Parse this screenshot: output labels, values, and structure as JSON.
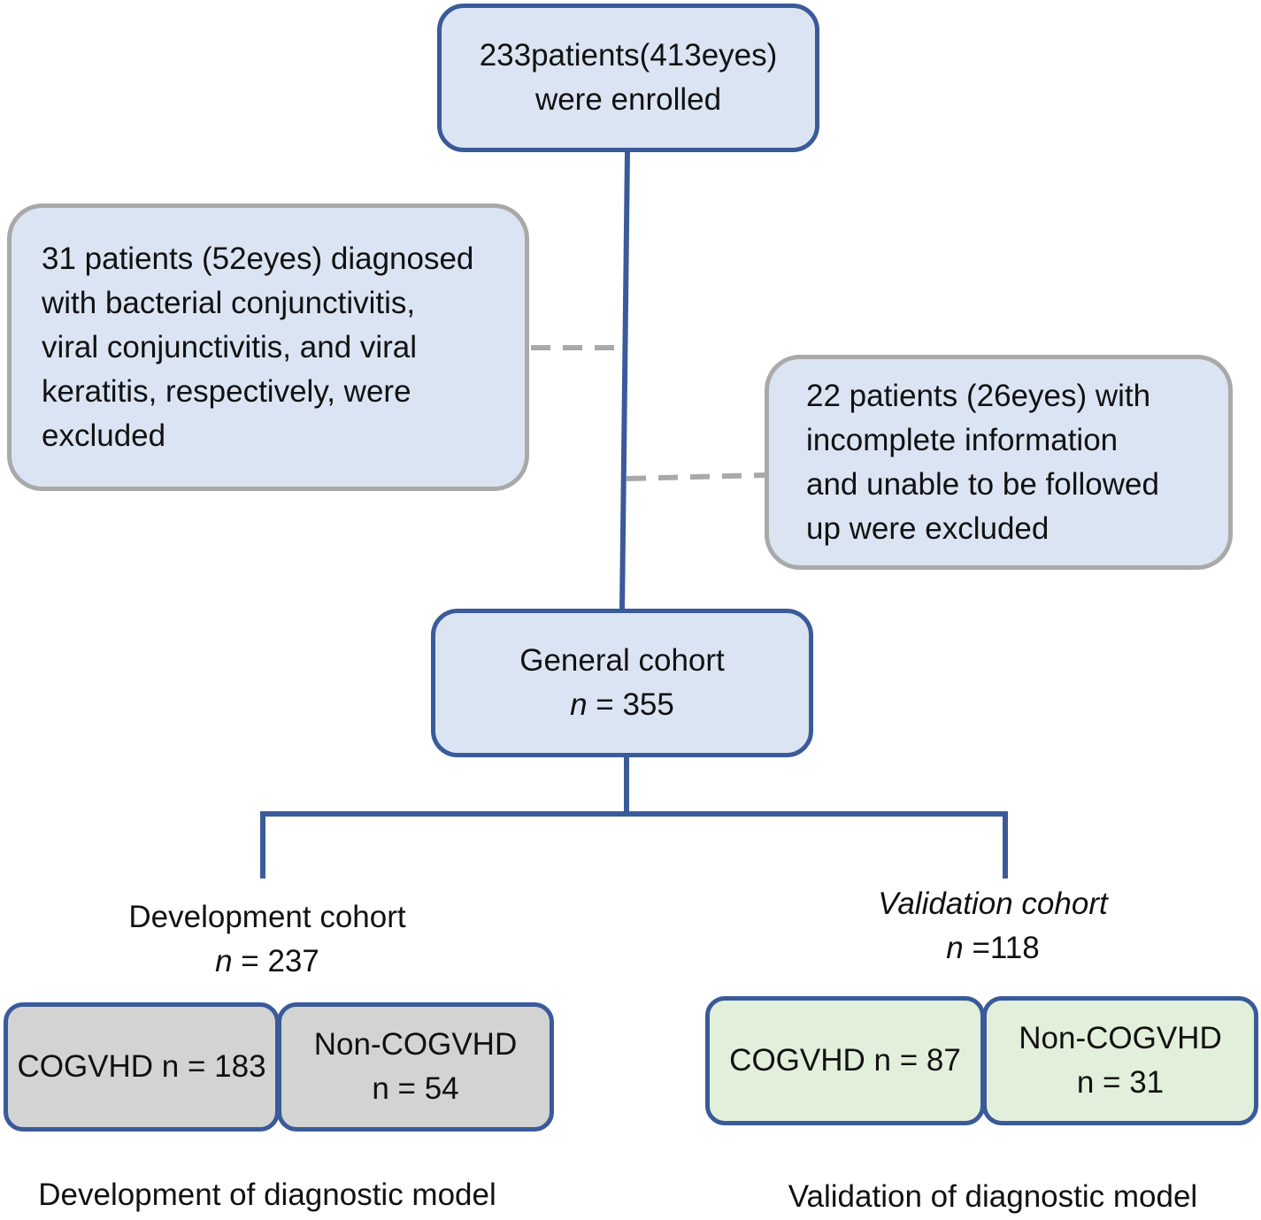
{
  "top_box": {
    "line1": "233patients(413eyes)",
    "line2": "were enrolled"
  },
  "exclusion_left": {
    "lines": [
      "31 patients (52eyes) diagnosed",
      "with bacterial conjunctivitis,",
      "viral conjunctivitis, and viral",
      "keratitis, respectively, were",
      "excluded"
    ]
  },
  "exclusion_right": {
    "lines": [
      "22 patients (26eyes) with",
      "incomplete information",
      "and unable to be followed",
      "up were excluded"
    ]
  },
  "general_cohort": {
    "title": "General cohort",
    "n_symbol": "n",
    "n_value": " = 355"
  },
  "development": {
    "title": "Development cohort",
    "n_symbol": "n",
    "n_value": " = 237",
    "cogvhd": "COGVHD n = 183",
    "non_cogvhd_line1": "Non-COGVHD",
    "non_cogvhd_line2": "n = 54",
    "footer": "Development of diagnostic model"
  },
  "validation": {
    "title": "Validation cohort",
    "n_symbol": "n",
    "n_value": " =118",
    "cogvhd": "COGVHD n = 87",
    "non_cogvhd_line1": "Non-COGVHD",
    "non_cogvhd_line2": "n = 31",
    "footer": "Validation of diagnostic model"
  },
  "colors": {
    "box_fill_blue": "#dbe4f3",
    "box_border_blue": "#3a5a99",
    "box_border_gray": "#a9a9a9",
    "dev_fill": "#d3d3d3",
    "val_fill": "#e2efda",
    "dashed_line": "#a9a9a9"
  }
}
